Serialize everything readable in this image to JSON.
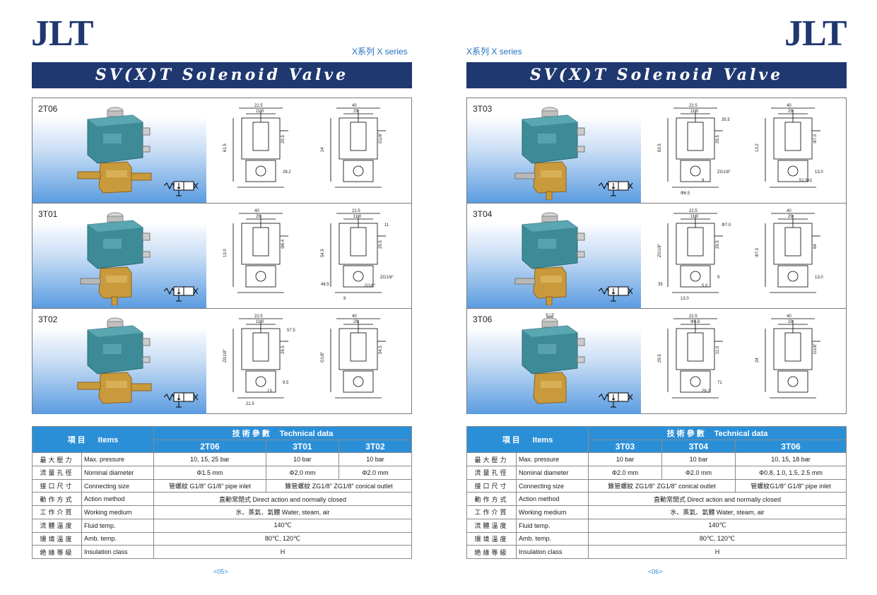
{
  "brand": "JLT",
  "series_label": "X系列  X series",
  "banner_title": "SV(X)T Solenoid Valve",
  "pages": [
    {
      "page_number": "<05>",
      "products": [
        {
          "model": "2T06",
          "dims1": [
            "22.5",
            "11.0",
            "29.5",
            "61.5",
            "28.2"
          ],
          "dims2": [
            "40",
            "29",
            "G1/8\"",
            "24"
          ]
        },
        {
          "model": "3T01",
          "dims1": [
            "40",
            "29",
            "Φ6.4",
            "13.0"
          ],
          "dims2": [
            "22.5",
            "11.0",
            "29.5",
            "54.5",
            "ZG1/8\"",
            "G1/8\"",
            "9",
            "11",
            "48.5"
          ]
        },
        {
          "model": "3T02",
          "dims1": [
            "22.5",
            "11.0",
            "29.5",
            "ZG1/8\"",
            "9.5",
            "13",
            "21.5",
            "57.5"
          ],
          "dims2": [
            "40",
            "29",
            "54.5",
            "G1/8\""
          ]
        }
      ],
      "table": {
        "items_zh": "項    目",
        "items_en": "Items",
        "tech_zh": "技 術 參 數",
        "tech_en": "Technical data",
        "models": [
          "2T06",
          "3T01",
          "3T02"
        ],
        "rows": [
          {
            "zh": "最大壓力",
            "en": "Max. pressure",
            "cells": [
              {
                "text": "10, 15, 25 bar",
                "span": 1
              },
              {
                "text": "10 bar",
                "span": 1
              },
              {
                "text": "10 bar",
                "span": 1
              }
            ]
          },
          {
            "zh": "流量孔徑",
            "en": "Nominal diameter",
            "cells": [
              {
                "text": "Φ1.5 mm",
                "span": 1
              },
              {
                "text": "Φ2.0 mm",
                "span": 1
              },
              {
                "text": "Φ2.0 mm",
                "span": 1
              }
            ]
          },
          {
            "zh": "接口尺寸",
            "en": "Connecting size",
            "cells": [
              {
                "text": "管螺紋 G1/8\"   G1/8\" pipe inlet",
                "span": 1
              },
              {
                "text": "錐管螺紋 ZG1/8\"    ZG1/8\" conical outlet",
                "span": 2
              }
            ]
          },
          {
            "zh": "動作方式",
            "en": "Action method",
            "cells": [
              {
                "text": "直動常閉式     Direct action and normally closed",
                "span": 3
              }
            ]
          },
          {
            "zh": "工作介質",
            "en": "Working medium",
            "cells": [
              {
                "text": "水、蒸氣、氣體          Water, steam, air",
                "span": 3
              }
            ]
          },
          {
            "zh": "流體溫度",
            "en": "Fluid temp.",
            "cells": [
              {
                "text": "140℃",
                "span": 3
              }
            ]
          },
          {
            "zh": "環境溫度",
            "en": "Amb. temp.",
            "cells": [
              {
                "text": "80℃, 120℃",
                "span": 3
              }
            ]
          },
          {
            "zh": "絶緣等級",
            "en": "Insulation class",
            "cells": [
              {
                "text": "H",
                "span": 3
              }
            ]
          }
        ]
      }
    },
    {
      "page_number": "<06>",
      "products": [
        {
          "model": "3T03",
          "dims1": [
            "22.5",
            "11.0",
            "29.5",
            "63.5",
            "ZG1/8\"",
            "9",
            "Φ6.5",
            "35.5"
          ],
          "dims2": [
            "40",
            "29",
            "Φ7.0",
            "13.2",
            "13.0",
            "51.5±1"
          ]
        },
        {
          "model": "3T04",
          "dims1": [
            "22.5",
            "11.0",
            "29.5",
            "ZG1/8\"",
            "9",
            "5.0",
            "13.0",
            "Φ7.0",
            "35"
          ],
          "dims2": [
            "40",
            "29",
            "64",
            "Φ7.0",
            "13.0"
          ]
        },
        {
          "model": "3T06",
          "dims1": [
            "22.5",
            "Φ6.8",
            "11.0",
            "29.5",
            "71",
            "28.2"
          ],
          "dims2": [
            "40",
            "29",
            "G1/8\"",
            "24"
          ]
        }
      ],
      "table": {
        "items_zh": "項    目",
        "items_en": "Items",
        "tech_zh": "技 術 參 數",
        "tech_en": "Technical data",
        "models": [
          "3T03",
          "3T04",
          "3T06"
        ],
        "rows": [
          {
            "zh": "最大壓力",
            "en": "Max. pressure",
            "cells": [
              {
                "text": "10 bar",
                "span": 1
              },
              {
                "text": "10 bar",
                "span": 1
              },
              {
                "text": "10, 15, 18 bar",
                "span": 1
              }
            ]
          },
          {
            "zh": "流量孔徑",
            "en": "Nominal diameter",
            "cells": [
              {
                "text": "Φ2.0 mm",
                "span": 1
              },
              {
                "text": "Φ2.0 mm",
                "span": 1
              },
              {
                "text": "Φ0.8, 1.0, 1.5, 2.5 mm",
                "span": 1
              }
            ]
          },
          {
            "zh": "接口尺寸",
            "en": "Connecting size",
            "cells": [
              {
                "text": "錐管螺紋 ZG1/8\"    ZG1/8\" conical outlet",
                "span": 2
              },
              {
                "text": "管螺紋G1/8\"  G1/8\" pipe inlet",
                "span": 1
              }
            ]
          },
          {
            "zh": "動作方式",
            "en": "Action method",
            "cells": [
              {
                "text": "直動常閉式     Direct action and normally closed",
                "span": 3
              }
            ]
          },
          {
            "zh": "工作介質",
            "en": "Working medium",
            "cells": [
              {
                "text": "水、蒸氣、氣體          Water, steam, air",
                "span": 3
              }
            ]
          },
          {
            "zh": "流體溫度",
            "en": "Fluid temp.",
            "cells": [
              {
                "text": "140℃",
                "span": 3
              }
            ]
          },
          {
            "zh": "環境溫度",
            "en": "Amb. temp.",
            "cells": [
              {
                "text": "80℃, 120℃",
                "span": 3
              }
            ]
          },
          {
            "zh": "絶緣等級",
            "en": "Insulation class",
            "cells": [
              {
                "text": "H",
                "span": 3
              }
            ]
          }
        ]
      }
    }
  ],
  "colors": {
    "brand_navy": "#1f3870",
    "table_header_blue": "#2b8fd8",
    "series_blue": "#1f6fbf",
    "coil_teal": "#3d8b97",
    "brass": "#c99a3c"
  }
}
